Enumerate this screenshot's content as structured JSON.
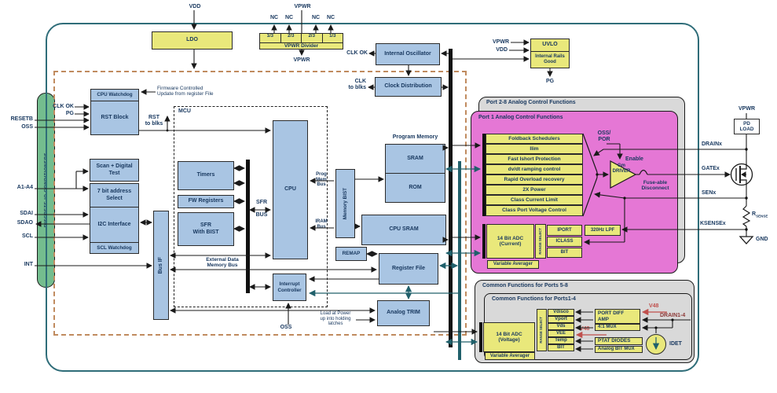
{
  "colors": {
    "block_blue": "#a9c5e3",
    "block_yellow": "#e9e87b",
    "port_pink": "#e577d5",
    "group_gray": "#d9d9d9",
    "capsule_green": "#74bd8e",
    "chip_teal": "#2f6d79",
    "text_navy": "#17375e",
    "fw_dashed_brown": "#c08b5f",
    "v48_red": "#c0504d",
    "drain_maroon": "#8c3836"
  },
  "top": {
    "vdd": "VDD",
    "vpwr": "VPWR",
    "nc": "NC",
    "ldo": "LDO",
    "divider_cells": [
      "1/3",
      "2/3",
      "2/3",
      "1/3"
    ],
    "divider_label": "VPWR Divider",
    "vpwr_out": "VPWR",
    "clk_ok": "CLK OK",
    "osc": "Internal Oscillator",
    "clk": "CLK",
    "to_blks": "to blks",
    "clock_dist": "Clock Distribution",
    "uvlo_vpwr": "VPWR",
    "uvlo_vdd": "VDD",
    "uvlo": "UVLO",
    "rails": "Internal Rails Good",
    "pg": "PG"
  },
  "pins": {
    "resetb": "RESETB",
    "oss": "OSS",
    "a1a4": "A1-A4",
    "sdai": "SDAI",
    "sdao": "SDAO",
    "scl": "SCL",
    "int": "INT",
    "conditioners": "DISCRETE IO CONDITIONERS"
  },
  "rst": {
    "clk_ok": "CLK OK",
    "pg": "PG",
    "watchdog": "CPU Watchdog",
    "block": "RST Block",
    "fw_note_1": "Firmware Controlled",
    "fw_note_2": "Update from register File",
    "rst_1": "RST",
    "rst_2": "to blks"
  },
  "io": {
    "scan": "Scan + Digital Test",
    "addr": "7 bit address Select",
    "i2c": "I2C Interface",
    "scl_wd": "SCL Watchdog",
    "bus_if": "Bus IF"
  },
  "mcu": {
    "label": "MCU",
    "timers": "Timers",
    "fw_regs": "FW Registers",
    "sfr_bist_1": "SFR",
    "sfr_bist_2": "With BIST",
    "sfr": "SFR",
    "bus": "BUS",
    "cpu": "CPU",
    "prog_bus": [
      "Prog",
      "Mem",
      "Bus"
    ],
    "iram_bus": [
      "IRAM",
      "Bus"
    ],
    "ext_bus_1": "External Data",
    "ext_bus_2": "Memory Bus",
    "interrupt_1": "Interrupt",
    "interrupt_2": "Controller",
    "oss": "OSS"
  },
  "mem": {
    "memory_bist": "Memory BIST",
    "prog_title": "Program Memory",
    "sram": "SRAM",
    "rom": "ROM",
    "cpu_sram": "CPU SRAM",
    "remap": "REMAP",
    "reg_file": "Register File",
    "analog_trim": "Analog TRIM",
    "load_note": [
      "Load at Power",
      "up into holding",
      "latches"
    ]
  },
  "ports": {
    "p28_title": "Port 2-8 Analog Control Functions",
    "p1_title": "Port 1 Analog Control Functions",
    "rows": [
      "Foldback Schedulers",
      "Ilim",
      "Fast Ishort Protection",
      "dv/dt ramping control",
      "Rapid Overload recovery",
      "2X Power",
      "Class Current Limit",
      "Class Port Voltage Control"
    ],
    "oss_por_1": "OSS/",
    "oss_por_2": "POR",
    "enable": "Enable",
    "gm_1": "Gm",
    "gm_2": "DRIVER",
    "fuse_1": "Fuse-able",
    "fuse_2": "Disconnect",
    "adc_i_1": "14 Bit ADC",
    "adc_i_2": "(Current)",
    "range_select": "RANGE SELECT",
    "iport": "IPORT",
    "iclass": "ICLASS",
    "bit": "BIT",
    "lpf": "320Hz LPF",
    "var_avg": "Variable Averager"
  },
  "common": {
    "p58_title": "Common Functions for Ports 5-8",
    "p14_title": "Common Functions for Ports1-4",
    "adc_v_1": "14 Bit ADC",
    "adc_v_2": "(Voltage)",
    "var_avg": "Variable Averager",
    "range_select": "RANGE SELECT",
    "rows": [
      "Vdisco",
      "Vport",
      "Vds",
      "VEE",
      "Temp",
      "BIT"
    ],
    "port_diff_1": "PORT DIFF",
    "port_diff_2": "AMP",
    "mux": "4:1 MUX",
    "ptat": "PTAT DIODES",
    "abm": "Analog BIT MUX",
    "v48": "V48",
    "drain14": "DRAIN1-4",
    "idet": "IDET"
  },
  "ext": {
    "vpwr": "VPWR",
    "pd_1": "PD",
    "pd_2": "LOAD",
    "drainx": "DRAINx",
    "gatex": "GATEx",
    "senx": "SENx",
    "ksensex": "KSENSEx",
    "r": "R",
    "r_sub": "SENSE",
    "gnd": "GND"
  }
}
